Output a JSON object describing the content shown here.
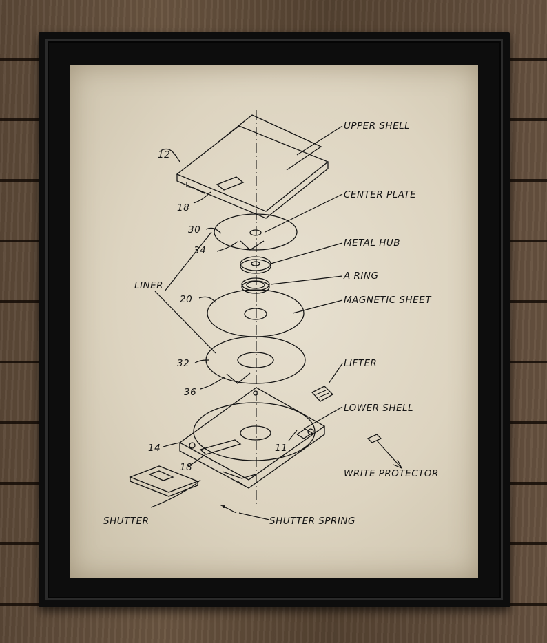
{
  "diagram": {
    "labels": {
      "upper_shell": "UPPER SHELL",
      "center_plate": "CENTER PLATE",
      "metal_hub": "METAL HUB",
      "a_ring": "A RING",
      "magnetic_sheet": "MAGNETIC SHEET",
      "liner": "LINER",
      "lifter": "LIFTER",
      "lower_shell": "LOWER SHELL",
      "write_protector": "WRITE PROTECTOR",
      "shutter": "SHUTTER",
      "shutter_spring": "SHUTTER SPRING"
    },
    "refs": {
      "r12": "12",
      "r18a": "18",
      "r30": "30",
      "r34": "34",
      "r20": "20",
      "r32": "32",
      "r36": "36",
      "r14": "14",
      "r18b": "18",
      "r11": "11"
    }
  },
  "colors": {
    "ink": "#151515",
    "paper": "#e2dac8",
    "frame": "#0d0d0d",
    "wood": "#5b4837"
  }
}
